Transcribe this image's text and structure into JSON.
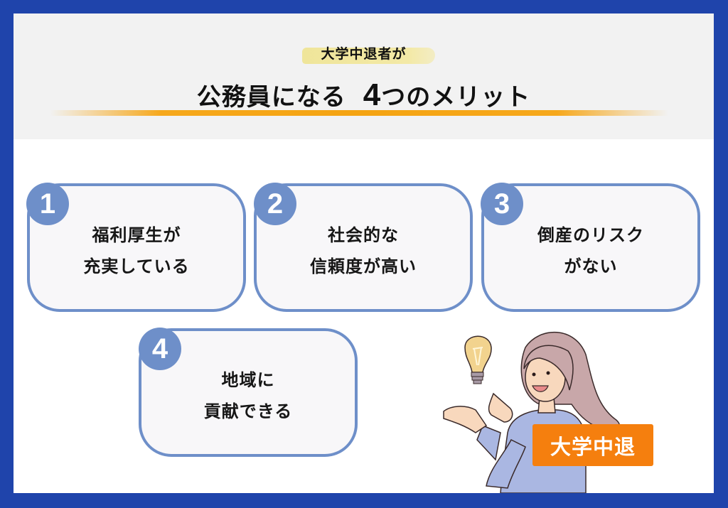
{
  "header": {
    "subtitle": "大学中退者が",
    "title_prefix": "公務員になる",
    "title_number": "4",
    "title_suffix": "つのメリット"
  },
  "colors": {
    "border_blue": "#1f44ab",
    "card_border": "#6e8fc9",
    "card_fill": "#f8f7f9",
    "header_bg": "#f2f2f2",
    "underline_orange": "#f5a412",
    "subtitle_highlight": "#efe59a",
    "tag_orange": "#f57f0e"
  },
  "merits": [
    {
      "number": "1",
      "lines": [
        "福利厚生が",
        "充実している"
      ]
    },
    {
      "number": "2",
      "lines": [
        "社会的な",
        "信頼度が高い"
      ]
    },
    {
      "number": "3",
      "lines": [
        "倒産のリスク",
        "がない"
      ]
    },
    {
      "number": "4",
      "lines": [
        "地域に",
        "貢献できる"
      ]
    }
  ],
  "illustration": {
    "description": "woman-with-lightbulb",
    "tag_label": "大学中退"
  }
}
